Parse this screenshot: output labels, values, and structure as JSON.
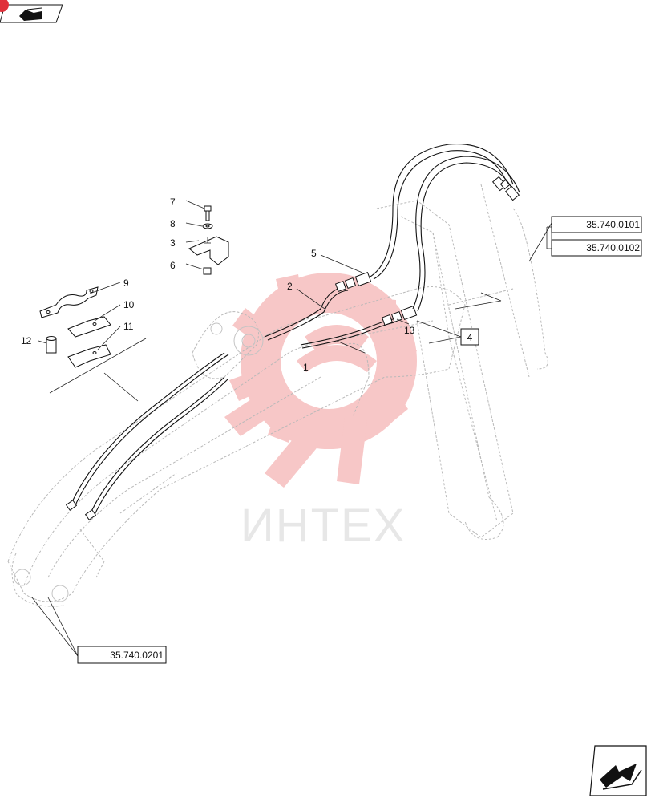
{
  "callouts": [
    {
      "id": "c1",
      "label": "1"
    },
    {
      "id": "c2",
      "label": "2"
    },
    {
      "id": "c3",
      "label": "3"
    },
    {
      "id": "c4",
      "label": "4"
    },
    {
      "id": "c5",
      "label": "5"
    },
    {
      "id": "c6",
      "label": "6"
    },
    {
      "id": "c7",
      "label": "7"
    },
    {
      "id": "c8",
      "label": "8"
    },
    {
      "id": "c9",
      "label": "9"
    },
    {
      "id": "c10",
      "label": "10"
    },
    {
      "id": "c11",
      "label": "11"
    },
    {
      "id": "c12",
      "label": "12"
    },
    {
      "id": "c13",
      "label": "13"
    }
  ],
  "references": [
    {
      "id": "ref1",
      "label": "35.740.0101"
    },
    {
      "id": "ref2",
      "label": "35.740.0102"
    },
    {
      "id": "ref3",
      "label": "35.740.0201"
    }
  ],
  "watermark": {
    "text": "ИНТЕХ",
    "color": "#f4a3a3"
  },
  "colors": {
    "line": "#111111",
    "ghost": "#b9b9b9",
    "badge": "#e0303a"
  },
  "icons": {
    "top_left": "previous-page-icon",
    "bottom_right": "next-page-icon"
  }
}
